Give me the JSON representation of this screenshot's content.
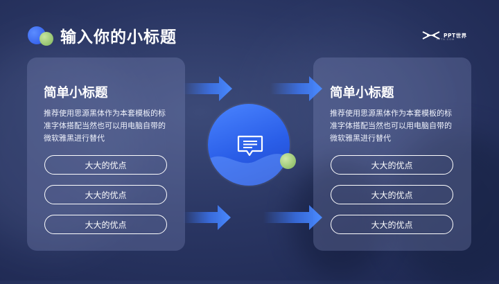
{
  "header": {
    "title": "输入你的小标题",
    "logo_text": "PPT世界",
    "logo_sub": "PPTX.COM"
  },
  "left_panel": {
    "heading": "简单小标题",
    "description": "推荐使用思源黑体作为本套模板的标准字体搭配当然也可以用电脑自带的微软雅黑进行替代",
    "items": [
      "大大的优点",
      "大大的优点",
      "大大的优点"
    ]
  },
  "right_panel": {
    "heading": "简单小标题",
    "description": "推荐使用思源黑体作为本套模板的标准字体搭配当然也可以用电脑自带的微软雅黑进行替代",
    "items": [
      "大大的优点",
      "大大的优点",
      "大大的优点"
    ]
  },
  "center": {
    "icon": "message-icon"
  },
  "colors": {
    "background": "#2a3663",
    "accent_blue": "#2a5ee8",
    "accent_green": "#7fb55a"
  }
}
